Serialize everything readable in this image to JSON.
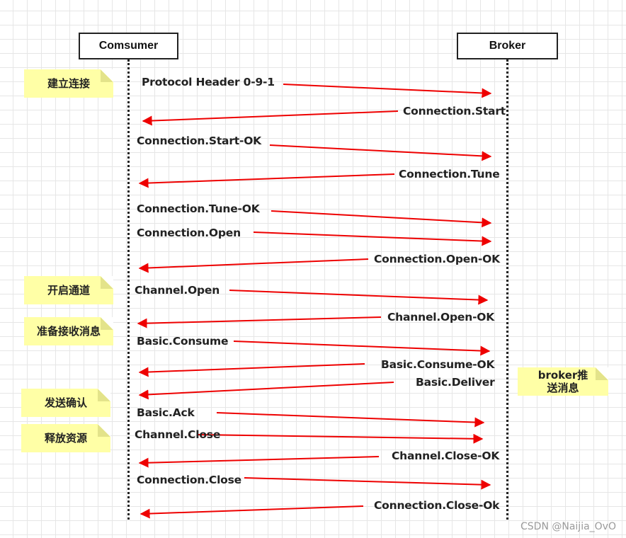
{
  "participants": {
    "consumer": "Comsumer",
    "broker": "Broker"
  },
  "messages": [
    {
      "label": "Protocol Header 0-9-1",
      "direction": "right"
    },
    {
      "label": "Connection.Start",
      "direction": "left"
    },
    {
      "label": "Connection.Start-OK",
      "direction": "right"
    },
    {
      "label": "Connection.Tune",
      "direction": "left"
    },
    {
      "label": "Connection.Tune-OK",
      "direction": "right"
    },
    {
      "label": "Connection.Open",
      "direction": "right"
    },
    {
      "label": "Connection.Open-OK",
      "direction": "left"
    },
    {
      "label": "Channel.Open",
      "direction": "right"
    },
    {
      "label": "Channel.Open-OK",
      "direction": "left"
    },
    {
      "label": "Basic.Consume",
      "direction": "right"
    },
    {
      "label": "Basic.Consume-OK",
      "direction": "left"
    },
    {
      "label": "Basic.Deliver",
      "direction": "left"
    },
    {
      "label": "Basic.Ack",
      "direction": "right"
    },
    {
      "label": "Channel.Close",
      "direction": "right"
    },
    {
      "label": "Channel.Close-OK",
      "direction": "left"
    },
    {
      "label": "Connection.Close",
      "direction": "right"
    },
    {
      "label": "Connection.Close-Ok",
      "direction": "left"
    }
  ],
  "notes": {
    "establish_connection": "建立连接",
    "open_channel": "开启通道",
    "prepare_receive": "准备接收消息",
    "send_ack": "发送确认",
    "release_resources": "释放资源",
    "broker_push": "broker推送消息"
  },
  "watermark": "CSDN @Naijia_OvO",
  "colors": {
    "arrow": "#ee0000",
    "note": "#ffffa6"
  }
}
